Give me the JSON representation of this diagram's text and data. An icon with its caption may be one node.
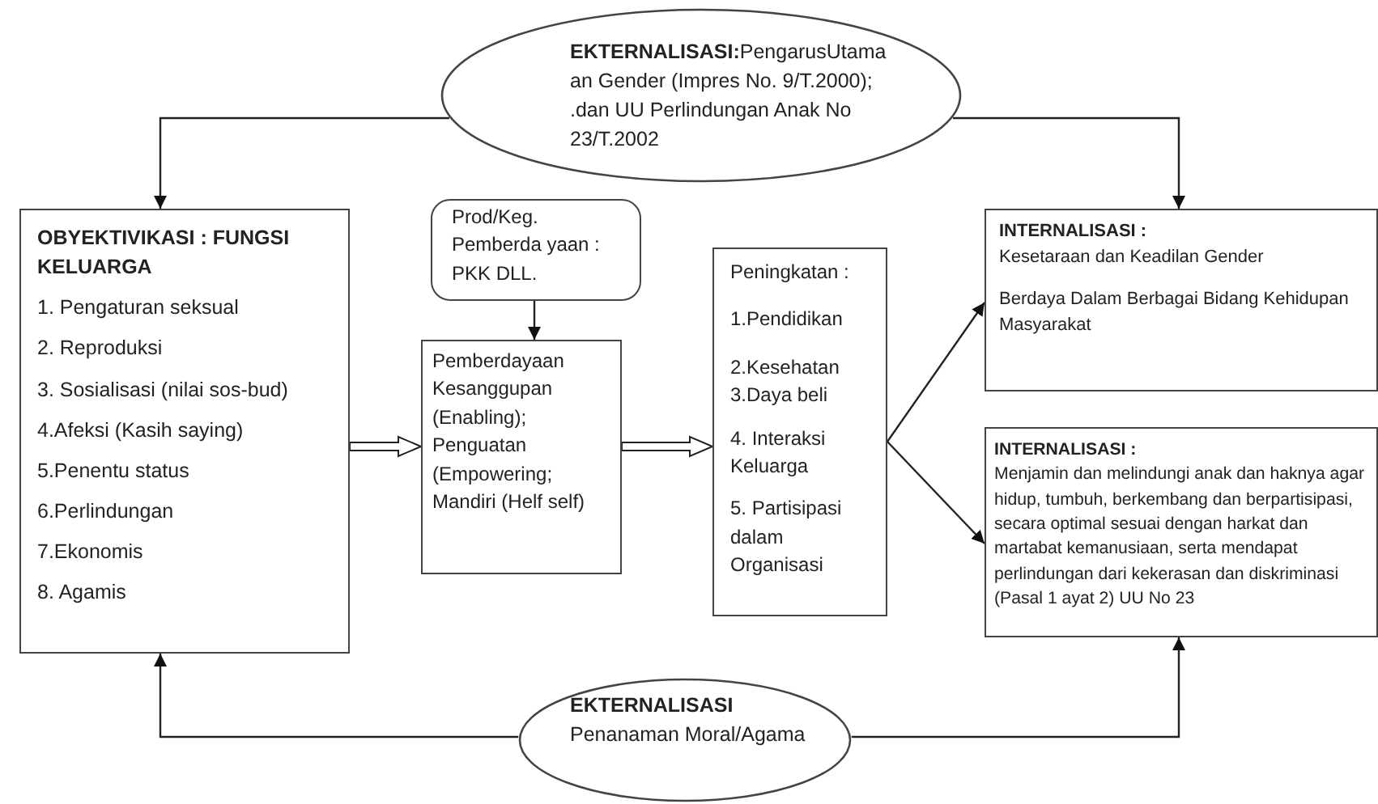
{
  "diagram": {
    "nodes": [
      {
        "text": [
          "**EKTERNALISASI:**PengarusUtama an Gender (Impres No. 9/T.2000); .dan UU Perlindungan Anak No 23/T.2002"
        ]
      },
      {
        "text": [
          "OBYEKTIVIKASI : FUNGSI KELUARGA",
          "1. Pengaturan seksual",
          "2. Reproduksi",
          "3. Sosialisasi (nilai sos-bud)",
          "4.Afeksi (Kasih saying)",
          "5.Penentu status",
          "6.Perlindungan",
          "7.Ekonomis",
          "8. Agamis"
        ]
      },
      {
        "text": [
          "Prod/Keg. Pemberda yaan : PKK DLL."
        ]
      },
      {
        "text": [
          "Pemberdayaan Kesanggupan (Enabling); Penguatan (Empowering; Mandiri (Helf self)"
        ]
      },
      {
        "text": [
          "Peningkatan :",
          "1.Pendidikan",
          "2.Kesehatan",
          "3.Daya beli",
          "4. Interaksi Keluarga",
          "5. Partisipasi dalam Organisasi"
        ]
      },
      {
        "text": [
          "INTERNALISASI :",
          "Kesetaraan dan Keadilan Gender",
          "Berdaya Dalam Berbagai Bidang Kehidupan Masyarakat"
        ]
      },
      {
        "text": [
          "INTERNALISASI :",
          "Menjamin dan melindungi anak dan haknya agar hidup, tumbuh, berkembang dan berpartisipasi, secara optimal sesuai dengan harkat dan martabat kemanusiaan, serta mendapat perlindungan dari kekerasan dan diskriminasi (Pasal 1 ayat 2) UU No 23"
        ]
      },
      {
        "text": [
          "EKTERNALISASI",
          "Penanaman Moral/Agama"
        ]
      }
    ],
    "edges": [
      {
        "from": 0,
        "to": 1,
        "arrow": "to"
      },
      {
        "from": 0,
        "to": 5,
        "arrow": "to"
      },
      {
        "from": 7,
        "to": 1,
        "arrow": "to"
      },
      {
        "from": 7,
        "to": 6,
        "arrow": "to"
      },
      {
        "from": 1,
        "to": 3,
        "arrow": "to",
        "style": "thick"
      },
      {
        "from": 2,
        "to": 3,
        "arrow": "to"
      },
      {
        "from": 3,
        "to": 4,
        "arrow": "to",
        "style": "thick"
      },
      {
        "from": 4,
        "to": 5,
        "arrow": "to"
      },
      {
        "from": 4,
        "to": 6,
        "arrow": "to"
      }
    ]
  }
}
